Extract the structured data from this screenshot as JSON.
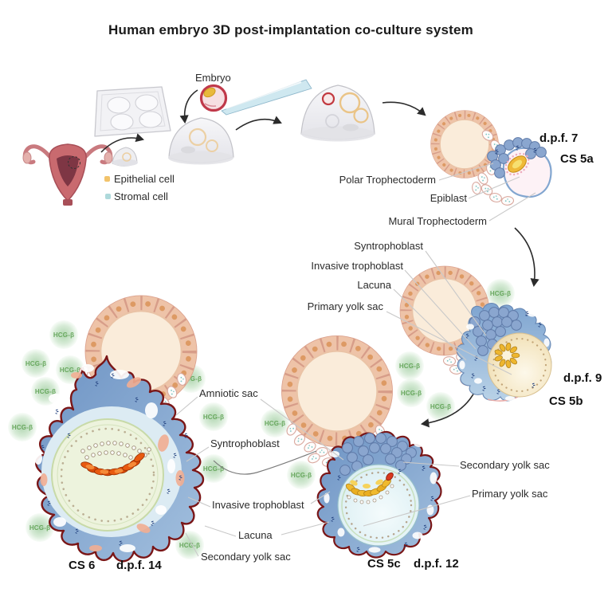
{
  "title": "Human embryo 3D post-implantation co-culture system",
  "prep": {
    "embryo_label": "Embryo",
    "legend": [
      {
        "label": "Epithelial cell",
        "color": "#f2c36b"
      },
      {
        "label": "Stromal cell",
        "color": "#aed9db"
      }
    ]
  },
  "hcg": {
    "label": "HCG-β",
    "text_color": "#69a85f"
  },
  "stages": {
    "cs5a": {
      "dpf": "d.p.f. 7",
      "cs": "CS 5a",
      "labels": {
        "polar": "Polar Trophectoderm",
        "epiblast": "Epiblast",
        "mural": "Mural Trophectoderm"
      }
    },
    "cs5b": {
      "dpf": "d.p.f. 9",
      "cs": "CS 5b",
      "labels": {
        "syntrophoblast": "Syntrophoblast",
        "invasive": "Invasive trophoblast",
        "lacuna": "Lacuna",
        "primary_yolk": "Primary yolk sac"
      }
    },
    "cs5c": {
      "dpf": "d.p.f. 12",
      "cs": "CS 5c",
      "labels": {
        "secondary_yolk": "Secondary yolk sac",
        "primary_yolk": "Primary yolk sac"
      }
    },
    "cs6": {
      "dpf": "d.p.f. 14",
      "cs": "CS 6",
      "labels": {
        "amniotic": "Amniotic sac",
        "syntrophoblast": "Syntrophoblast",
        "invasive": "Invasive trophoblast",
        "lacuna": "Lacuna",
        "secondary_yolk": "Secondary yolk sac"
      }
    }
  },
  "colors": {
    "hcg_green": "#69a85f",
    "epithelial_cell": "#f5d3b4",
    "trophoblast_blue": "#7fa3cf",
    "embryo_rim_red": "#7a1617",
    "yolk_cream": "#f4e7c4",
    "disc_yellow": "#eeb62e",
    "disc_red_cs6": "#e85a10",
    "arrow_black": "#2b2b2b"
  }
}
